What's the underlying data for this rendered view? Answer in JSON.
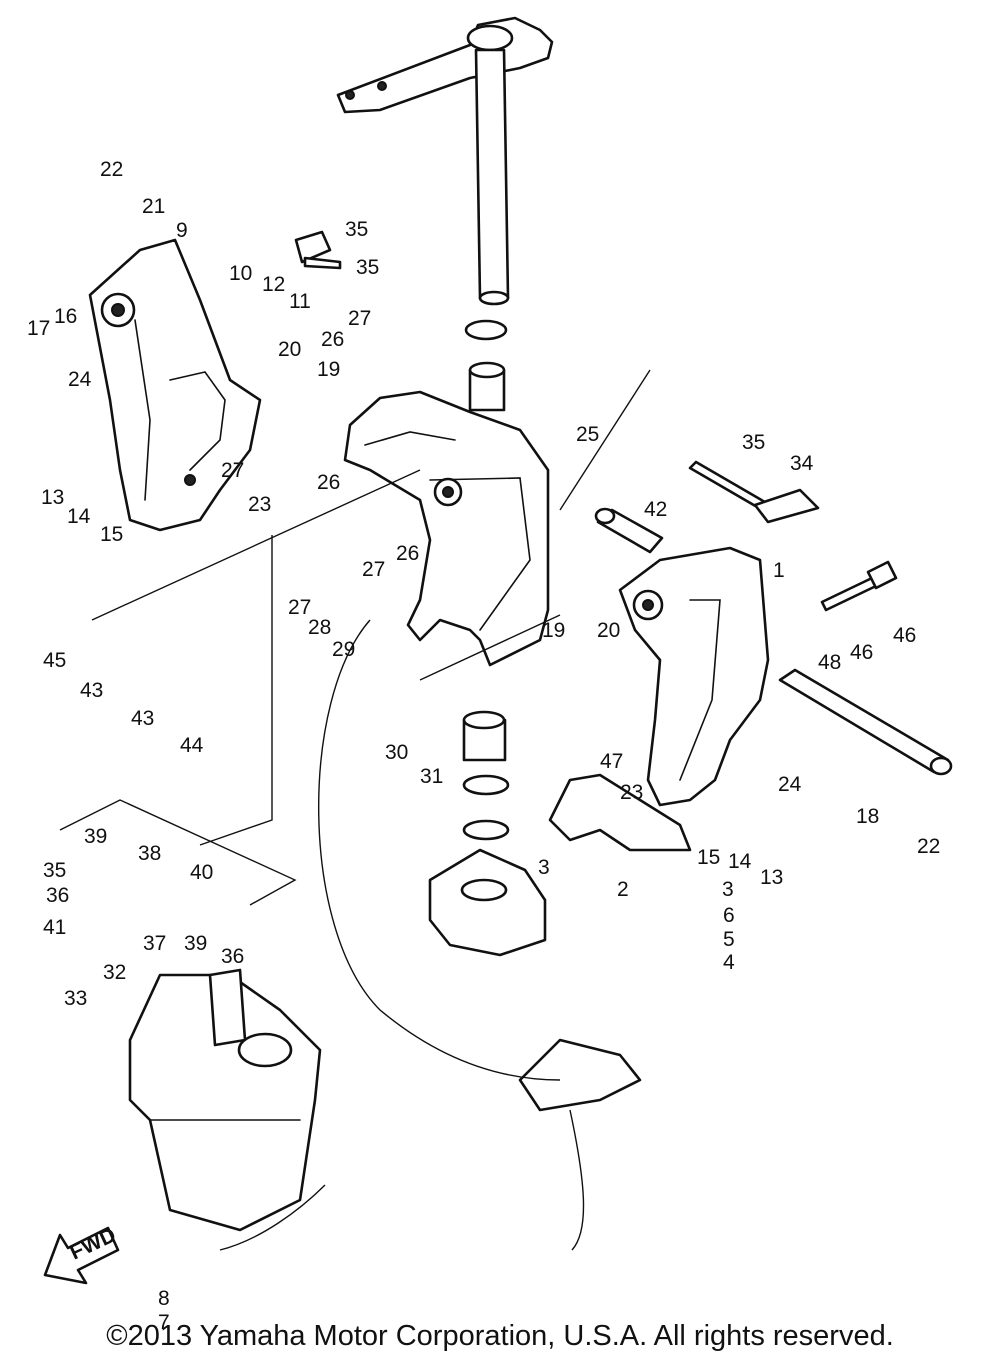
{
  "copyright": "©2013 Yamaha Motor Corporation, U.S.A. All rights reserved.",
  "fwd_arrow_label": "FWD",
  "callout_labels": [
    "1",
    "2",
    "3",
    "3",
    "4",
    "5",
    "6",
    "7",
    "8",
    "9",
    "10",
    "11",
    "12",
    "13",
    "13",
    "14",
    "14",
    "15",
    "15",
    "16",
    "17",
    "18",
    "19",
    "19",
    "20",
    "20",
    "21",
    "22",
    "22",
    "23",
    "23",
    "24",
    "24",
    "25",
    "26",
    "26",
    "26",
    "27",
    "27",
    "27",
    "27",
    "28",
    "29",
    "30",
    "31",
    "32",
    "33",
    "34",
    "35",
    "35",
    "35",
    "35",
    "36",
    "36",
    "37",
    "38",
    "39",
    "39",
    "40",
    "41",
    "42",
    "43",
    "43",
    "44",
    "45",
    "46",
    "46",
    "47",
    "48"
  ]
}
